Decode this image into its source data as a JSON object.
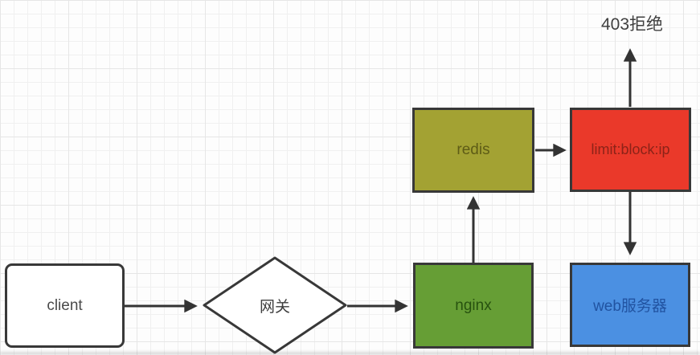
{
  "canvas": {
    "background": "#fdfdfd",
    "grid_minor_color": "#f0f0f0",
    "grid_major_color": "#e6e6e6",
    "border_color": "#383838",
    "edge_color": "#333333"
  },
  "nodes": {
    "client": {
      "label": "client",
      "shape": "rectangle",
      "fill": "#ffffff",
      "text_color": "#4a4a4a"
    },
    "gateway": {
      "label": "网关",
      "shape": "diamond",
      "fill": "#ffffff",
      "text_color": "#3d3d3d"
    },
    "nginx": {
      "label": "nginx",
      "shape": "rectangle",
      "fill": "#669e35",
      "text_color": "#27520f"
    },
    "redis": {
      "label": "redis",
      "shape": "rectangle",
      "fill": "#a3a233",
      "text_color": "#5e5c16"
    },
    "limit_block_ip": {
      "label": "limit:block:ip",
      "shape": "rectangle",
      "fill": "#ea392a",
      "text_color": "#8c2318"
    },
    "web_server": {
      "label": "web服务器",
      "shape": "rectangle",
      "fill": "#4b90e2",
      "text_color": "#2153a1"
    }
  },
  "annotations": {
    "reject_403": {
      "label": "403拒绝",
      "text_color": "#3f3f3f"
    }
  },
  "edges": [
    {
      "from": "client",
      "to": "gateway",
      "direction": "right"
    },
    {
      "from": "gateway",
      "to": "nginx",
      "direction": "right"
    },
    {
      "from": "nginx",
      "to": "redis",
      "direction": "up"
    },
    {
      "from": "redis",
      "to": "limit_block_ip",
      "direction": "right"
    },
    {
      "from": "limit_block_ip",
      "to": "reject_403",
      "direction": "up"
    },
    {
      "from": "limit_block_ip",
      "to": "web_server",
      "direction": "down"
    }
  ]
}
